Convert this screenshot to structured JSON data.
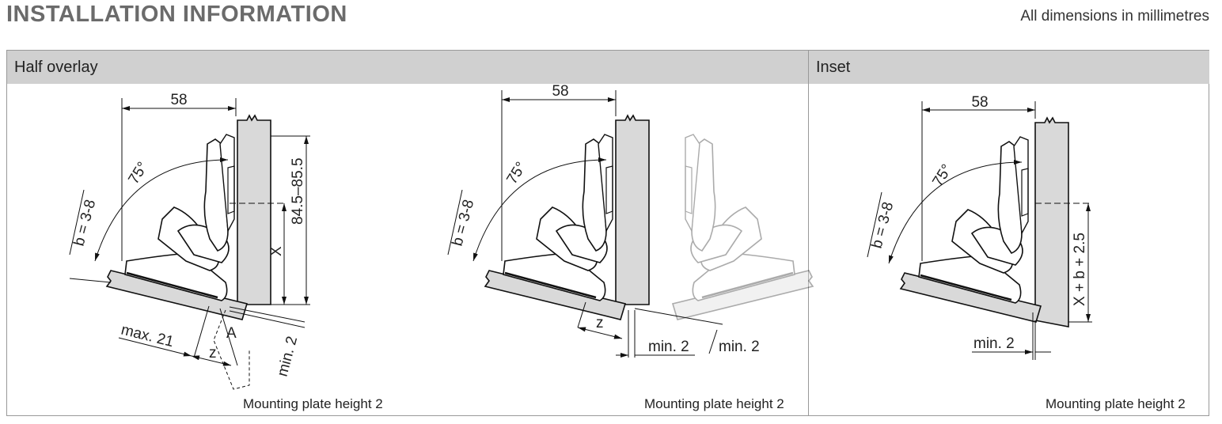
{
  "title": "INSTALLATION INFORMATION",
  "units_note": "All dimensions in millimetres",
  "sections": [
    {
      "header": "Half overlay"
    },
    {
      "header": "Inset"
    }
  ],
  "diagrams": [
    {
      "caption": "Mounting plate height 2",
      "width_dim": "58",
      "angle": "75°",
      "b_label": "b = 3-8",
      "height_dim": "84.5–85.5",
      "x_label": "X",
      "max_label": "max. 21",
      "z_label": "z",
      "a_label": "A",
      "min_label": "min. 2"
    },
    {
      "caption": "Mounting plate height 2",
      "width_dim": "58",
      "angle": "75°",
      "b_label": "b = 3-8",
      "z_label": "z",
      "min_left": "min. 2",
      "min_right": "min. 2"
    },
    {
      "caption": "Mounting plate height 2",
      "width_dim": "58",
      "angle": "75°",
      "b_label": "b = 3-8",
      "height_dim": "X + b + 2.5",
      "min_label": "min. 2"
    }
  ]
}
